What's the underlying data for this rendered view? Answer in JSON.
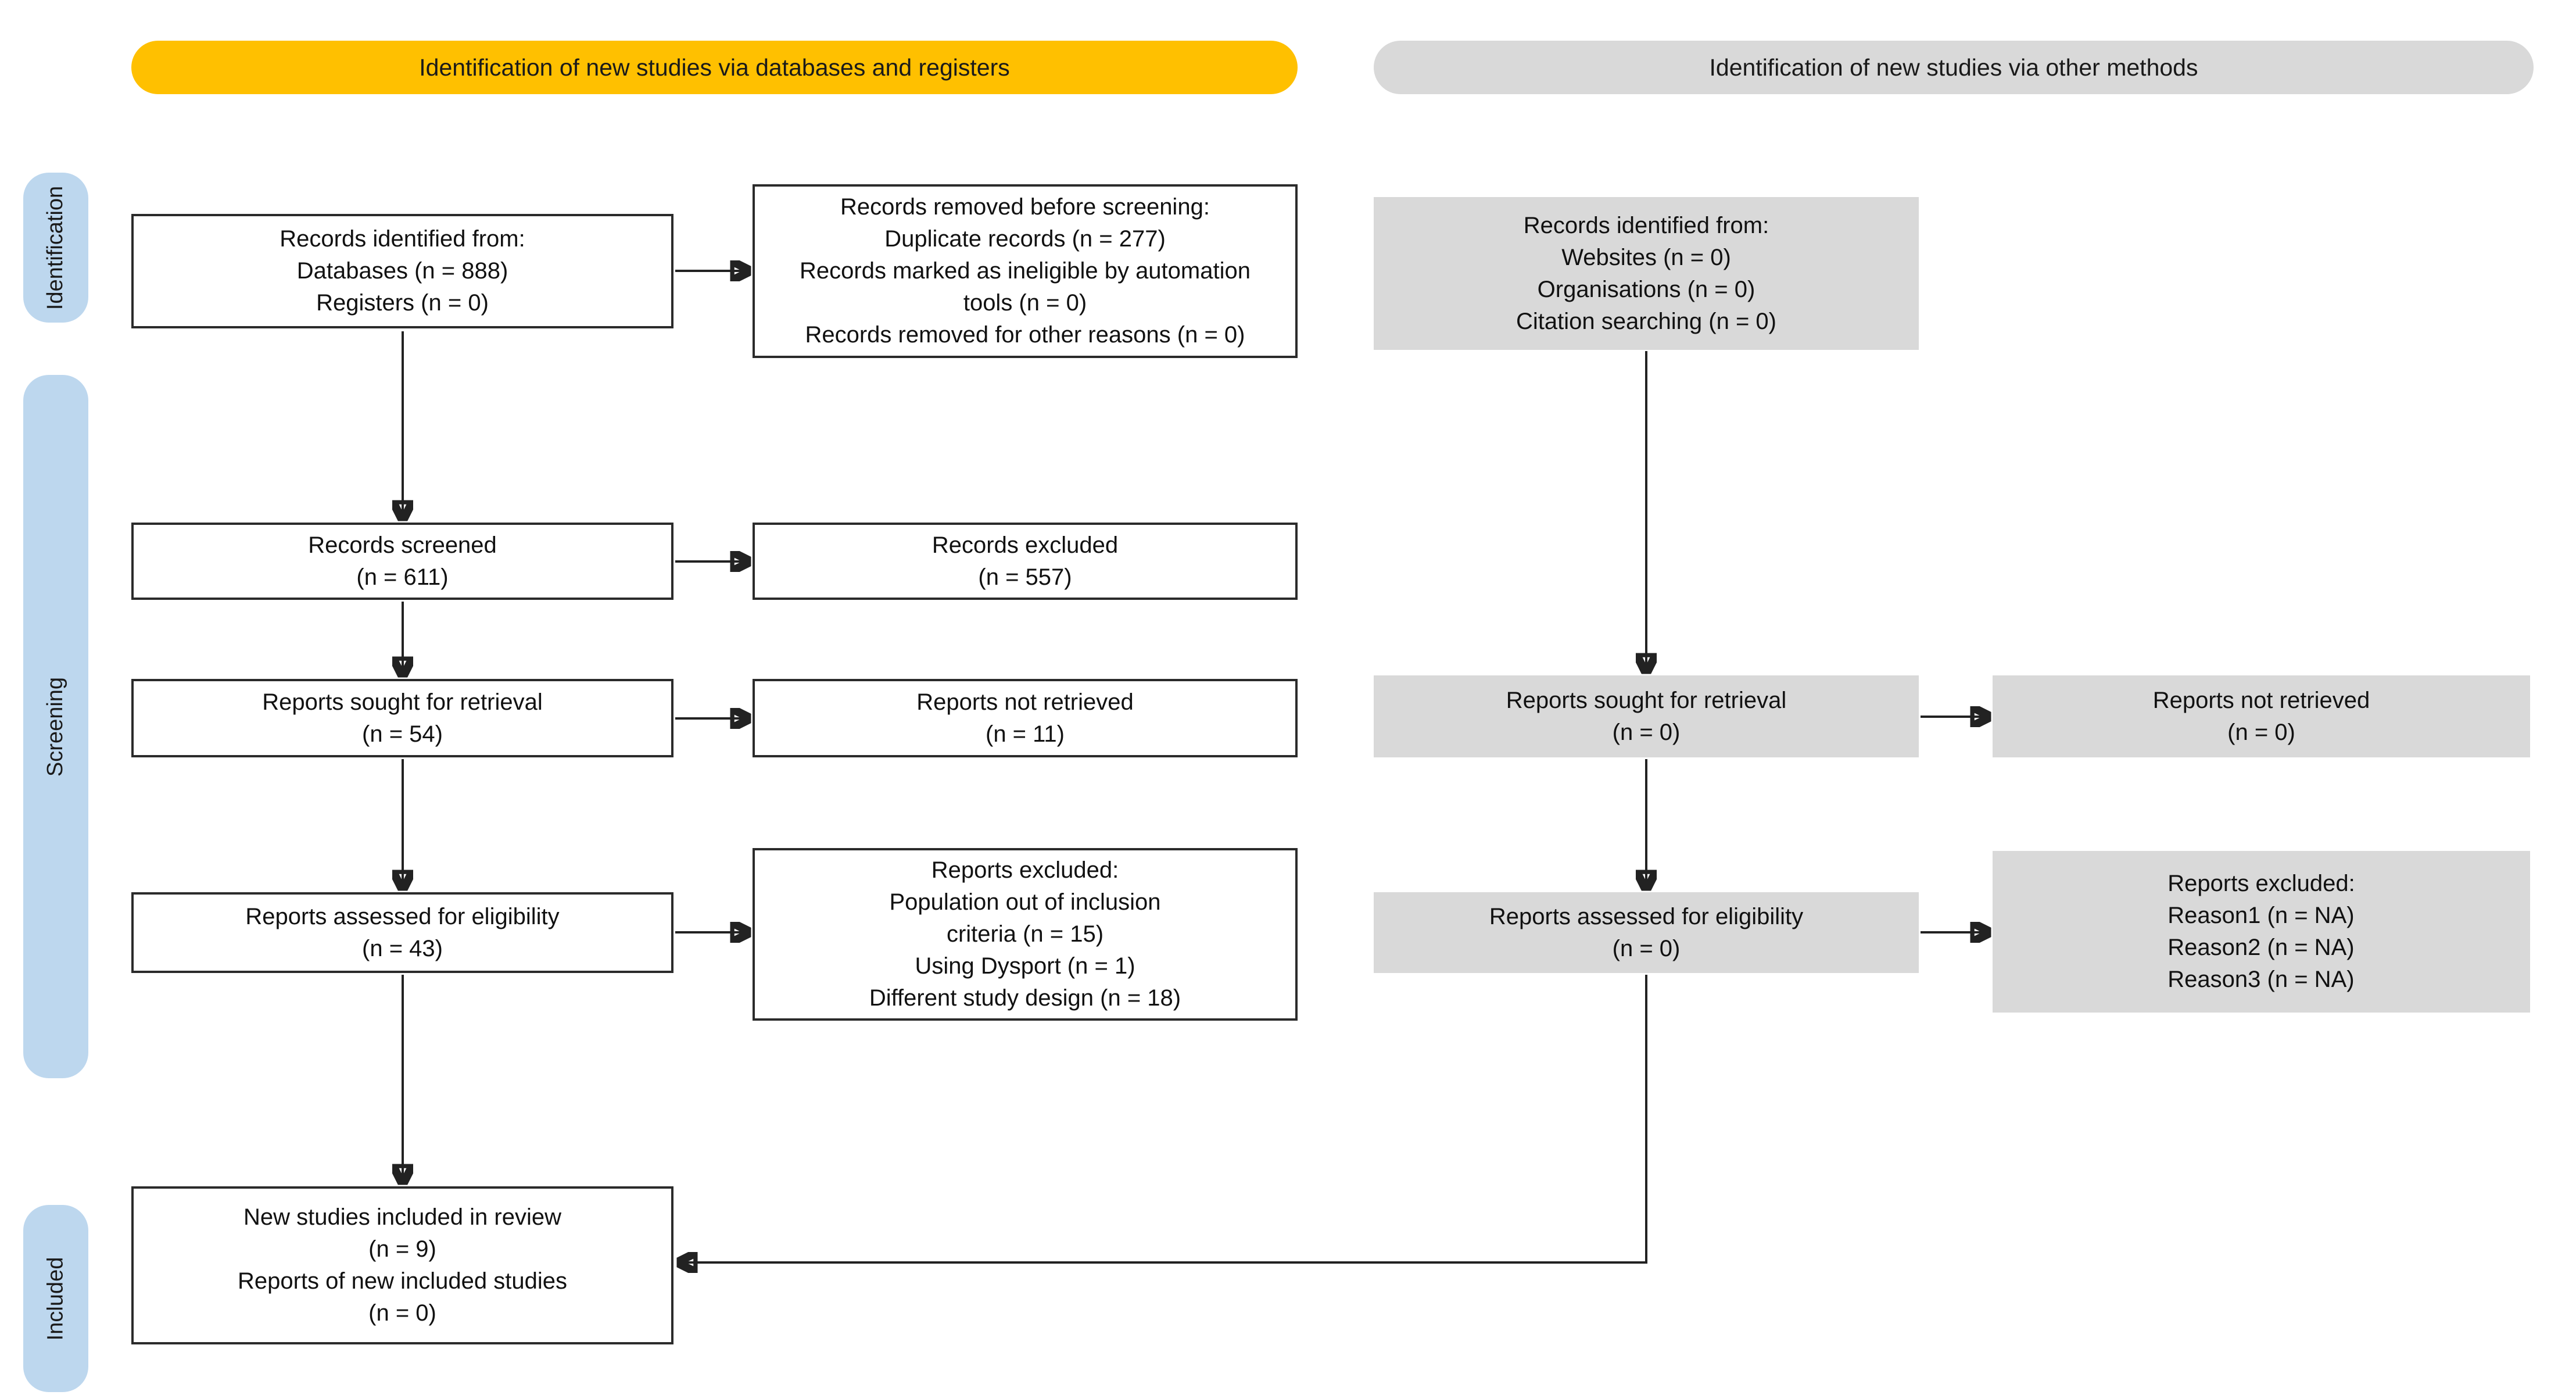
{
  "colors": {
    "banner_yellow": "#FFC000",
    "banner_gray": "#D9D9D9",
    "stage_blue": "#BDD7EE",
    "box_gray": "#D9D9D9",
    "box_white": "#FFFFFF",
    "line": "#222222"
  },
  "banners": {
    "databases": "Identification of new studies via databases and registers",
    "other": "Identification of new studies via other methods"
  },
  "stages": {
    "identification": "Identification",
    "screening": "Screening",
    "included": "Included"
  },
  "boxes": {
    "db_identified": {
      "lines": [
        "Records identified from:",
        "Databases (n = 888)",
        "Registers (n = 0)"
      ]
    },
    "records_removed": {
      "lines": [
        "Records removed before screening:",
        "Duplicate records (n = 277)",
        "Records marked as ineligible by automation",
        "tools (n = 0)",
        "Records removed for other reasons (n = 0)"
      ]
    },
    "other_identified": {
      "lines": [
        "Records identified from:",
        "Websites (n = 0)",
        "Organisations (n = 0)",
        "Citation searching (n = 0)"
      ]
    },
    "records_screened": {
      "lines": [
        "Records screened",
        "(n = 611)"
      ]
    },
    "records_excluded": {
      "lines": [
        "Records excluded",
        "(n = 557)"
      ]
    },
    "reports_sought": {
      "lines": [
        "Reports sought for retrieval",
        "(n = 54)"
      ]
    },
    "reports_not_retrieved": {
      "lines": [
        "Reports not retrieved",
        "(n = 11)"
      ]
    },
    "reports_assessed": {
      "lines": [
        "Reports assessed for eligibility",
        "(n = 43)"
      ]
    },
    "reports_excluded": {
      "lines": [
        "Reports excluded:",
        "Population out of inclusion",
        "criteria (n = 15)",
        "Using Dysport (n = 1)",
        "Different study design (n = 18)"
      ]
    },
    "other_sought": {
      "lines": [
        "Reports sought for retrieval",
        "(n = 0)"
      ]
    },
    "other_not_retrieved": {
      "lines": [
        "Reports not retrieved",
        "(n = 0)"
      ]
    },
    "other_assessed": {
      "lines": [
        "Reports assessed for eligibility",
        "(n = 0)"
      ]
    },
    "other_excluded": {
      "lines": [
        "Reports excluded:",
        "Reason1 (n = NA)",
        "Reason2 (n = NA)",
        "Reason3 (n = NA)"
      ]
    },
    "included": {
      "lines": [
        "New studies included in review",
        "(n = 9)",
        "Reports of new included studies",
        "(n = 0)"
      ]
    }
  }
}
